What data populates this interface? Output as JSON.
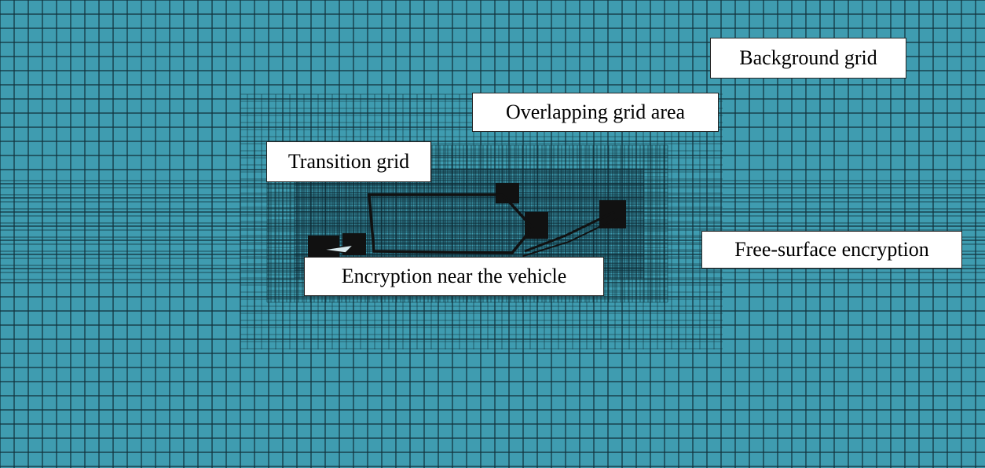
{
  "labels": {
    "background_grid": "Background grid",
    "overlapping_grid_area": "Overlapping grid area",
    "transition_grid": "Transition grid",
    "encryption_near_vehicle": "Encryption near the vehicle",
    "free_surface_encryption": "Free-surface encryption"
  },
  "colors": {
    "mesh_fill": "#3f9cb0",
    "mesh_line": "#10303a",
    "vehicle_outline": "#111111",
    "label_background": "#ffffff"
  }
}
